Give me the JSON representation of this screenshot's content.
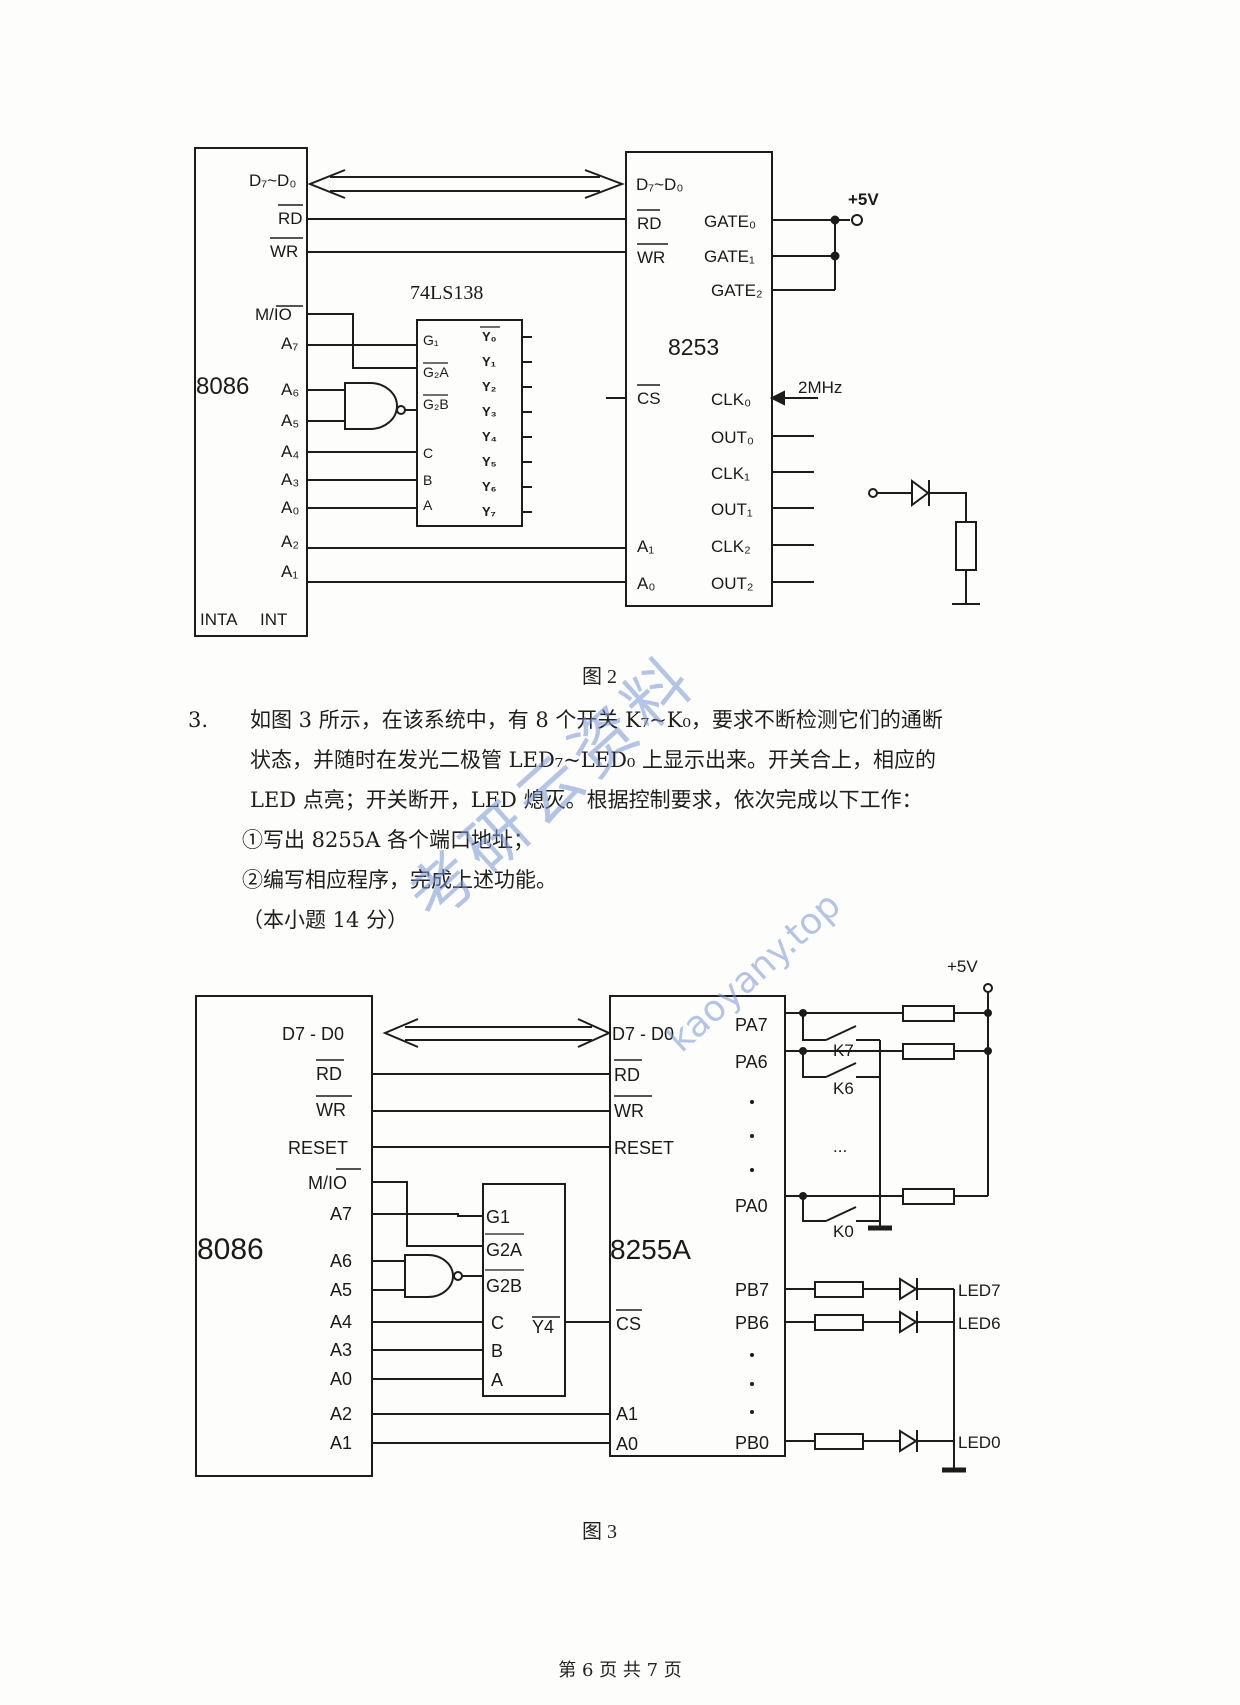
{
  "figure2": {
    "caption": "图 2",
    "cpu_label": "8086",
    "cpu_pins": [
      "D₇~D₀",
      "RD",
      "WR",
      "M/IO",
      "A₇",
      "A₆",
      "A₅",
      "A₄",
      "A₃",
      "A₀",
      "A₂",
      "A₁"
    ],
    "cpu_bottom": [
      "INTA",
      "INT"
    ],
    "decoder_title": "74LS138",
    "decoder_inputs": [
      "G₁",
      "G₂A",
      "G₂B",
      "C",
      "B",
      "A"
    ],
    "decoder_outputs": [
      "Y₀",
      "Y₁",
      "Y₂",
      "Y₃",
      "Y₄",
      "Y₅",
      "Y₆",
      "Y₇"
    ],
    "timer_label": "8253",
    "timer_left_pins": [
      "D₇~D₀",
      "RD",
      "WR",
      "CS",
      "A₁",
      "A₀"
    ],
    "timer_right_pins": [
      "GATE₀",
      "GATE₁",
      "GATE₂",
      "CLK₀",
      "OUT₀",
      "CLK₁",
      "OUT₁",
      "CLK₂",
      "OUT₂"
    ],
    "supply": "+5V",
    "clock": "2MHz"
  },
  "question3": {
    "number": "3.",
    "lines": [
      "如图 3 所示，在该系统中，有 8 个开关 K₇~K₀，要求不断检测它们的通断",
      "状态，并随时在发光二极管 LED₇~LED₀ 上显示出来。开关合上，相应的",
      "LED 点亮；开关断开，LED 熄灭。根据控制要求，依次完成以下工作："
    ],
    "items": [
      "①写出 8255A 各个端口地址；",
      "②编写相应程序，完成上述功能。"
    ],
    "score": "（本小题 14 分）"
  },
  "figure3": {
    "caption": "图 3",
    "cpu_label": "8086",
    "cpu_pins": [
      "D7 - D0",
      "RD",
      "WR",
      "RESET",
      "M/IO",
      "A7",
      "A6",
      "A5",
      "A4",
      "A3",
      "A0",
      "A2",
      "A1"
    ],
    "decoder_inputs": [
      "G1",
      "G2A",
      "G2B",
      "C",
      "B",
      "A"
    ],
    "decoder_output": "Y4",
    "ppi_label": "8255A",
    "ppi_left_pins": [
      "D7 - D0",
      "RD",
      "WR",
      "RESET",
      "CS",
      "A1",
      "A0"
    ],
    "ppi_right_pins": [
      "PA7",
      "PA6",
      "PA0",
      "PB7",
      "PB6",
      "PB0"
    ],
    "switches": [
      "K7",
      "K6",
      "K0"
    ],
    "leds": [
      "LED7",
      "LED6",
      "LED0"
    ],
    "supply": "+5V",
    "ellipsis": "..."
  },
  "watermark": {
    "cn": "考研云资料",
    "url": "kaoyany.top"
  },
  "footer": "第 6 页 共 7 页"
}
